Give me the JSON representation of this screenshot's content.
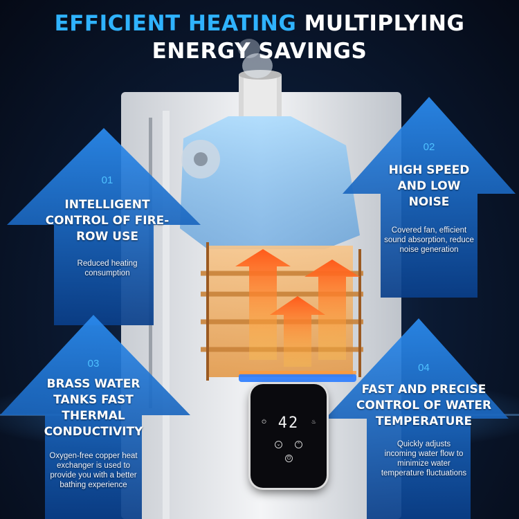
{
  "headline": {
    "accent": "EFFICIENT HEATING",
    "rest_line1": "MULTIPLYING",
    "line2": "ENERGY SAVINGS"
  },
  "features": [
    {
      "number": "01",
      "title": "INTELLIGENT CONTROL OF FIRE-ROW USE",
      "description": "Reduced heating consumption"
    },
    {
      "number": "02",
      "title": "HIGH SPEED AND LOW NOISE",
      "description": "Covered fan, efficient sound absorption, reduce noise generation"
    },
    {
      "number": "03",
      "title": "BRASS WATER TANKS FAST THERMAL CONDUCTIVITY",
      "description": "Oxygen-free copper heat exchanger is used to provide you with a better bathing experience"
    },
    {
      "number": "04",
      "title": "FAST AND PRECISE CONTROL OF WATER TEMPERATURE",
      "description": "Quickly adjusts incoming water flow to minimize water temperature fluctuations"
    }
  ],
  "panel": {
    "temperature": "42"
  },
  "colors": {
    "accent": "#2fb3ff",
    "arrow": "#1f7fe0",
    "flame": "#ff7a1a"
  }
}
